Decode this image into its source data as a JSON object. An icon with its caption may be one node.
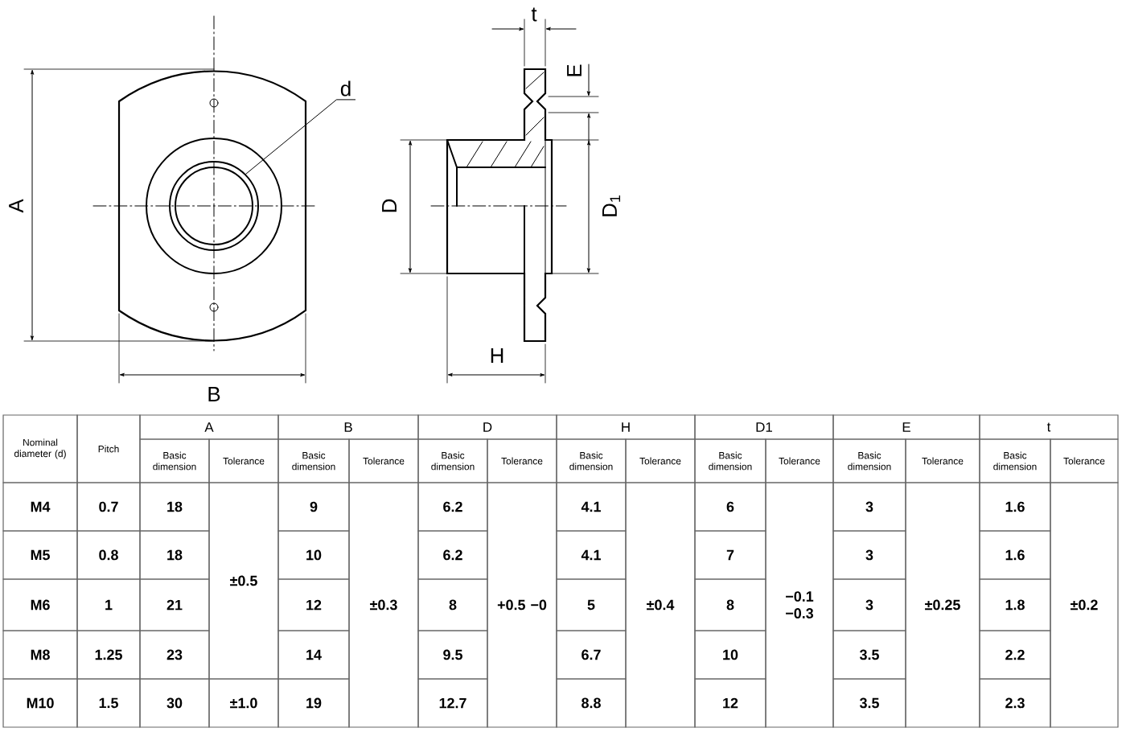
{
  "diagram": {
    "nodes": [
      {
        "text": [
          "d"
        ]
      },
      {
        "text": [],
        "shape": "circle"
      }
    ],
    "edges": [
      {
        "from": 0,
        "to": 1,
        "arrow": "none"
      }
    ],
    "labels": [
      "t",
      "E",
      "A",
      "D",
      "D$_{1}$",
      "H",
      "B",
      "Nominal diameter (d)",
      "Pitch",
      "A",
      "B",
      "D",
      "H",
      "D1",
      "E",
      "t",
      "Basic dimension",
      "Tolerance",
      "Basic dimension",
      "Tolerance",
      "Basic dimension",
      "Tolerance",
      "Basic dimension",
      "Tolerance",
      "Basic dimension",
      "Tolerance",
      "Basic dimension",
      "Tolerance",
      "Basic dimension",
      "Tolerance",
      "M4",
      "0.7",
      "18",
      "±0.5",
      "9",
      "±0.3",
      "6.2",
      "+0.5 −0",
      "4.1",
      "±0.4",
      "6",
      "−0.1 −0.3",
      "3",
      "±0.25",
      "1.6",
      "±0.2",
      "M5",
      "0.8",
      "18",
      "10",
      "6.2",
      "4.1",
      "7",
      "3",
      "1.6",
      "M6",
      "1",
      "21",
      "12",
      "8",
      "5",
      "8",
      "3",
      "1.8",
      "M8",
      "1.25",
      "23",
      "14",
      "9.5",
      "6.7",
      "10",
      "3.5",
      "2.2",
      "M10",
      "1.5",
      "30",
      "±1.0",
      "19",
      "12.7",
      "8.8",
      "12",
      "3.5",
      "2.3"
    ]
  }
}
